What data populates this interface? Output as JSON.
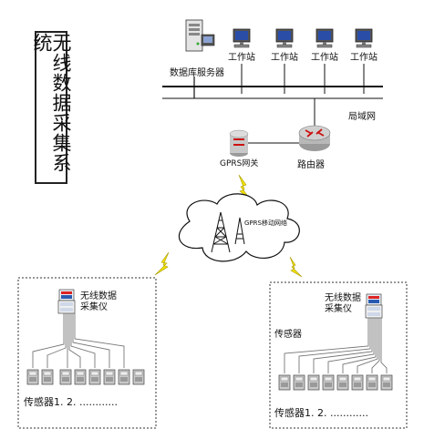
{
  "title": "无线数据采集系统",
  "nodes": {
    "db_server": "数据库服务器",
    "workstations": [
      "工作站",
      "工作站",
      "工作站",
      "工作站"
    ],
    "lan": "局域网",
    "gprs_gateway": "GPRS网关",
    "router": "路由器",
    "gprs_network": "GPRS移动网络",
    "collector_left": [
      "无线数据",
      "采集仪"
    ],
    "collector_right": [
      "无线数据",
      "采集仪"
    ],
    "sensor_label_right": "传感器",
    "sensors_left": "传感器1. 2. ............",
    "sensors_right": "传感器1. 2. ............"
  },
  "colors": {
    "lightning": "#f2e300",
    "line": "#111111",
    "monitor_screen": "#2a4ea8",
    "router": "#c8c8c8",
    "router_arrow": "#cc1111"
  }
}
